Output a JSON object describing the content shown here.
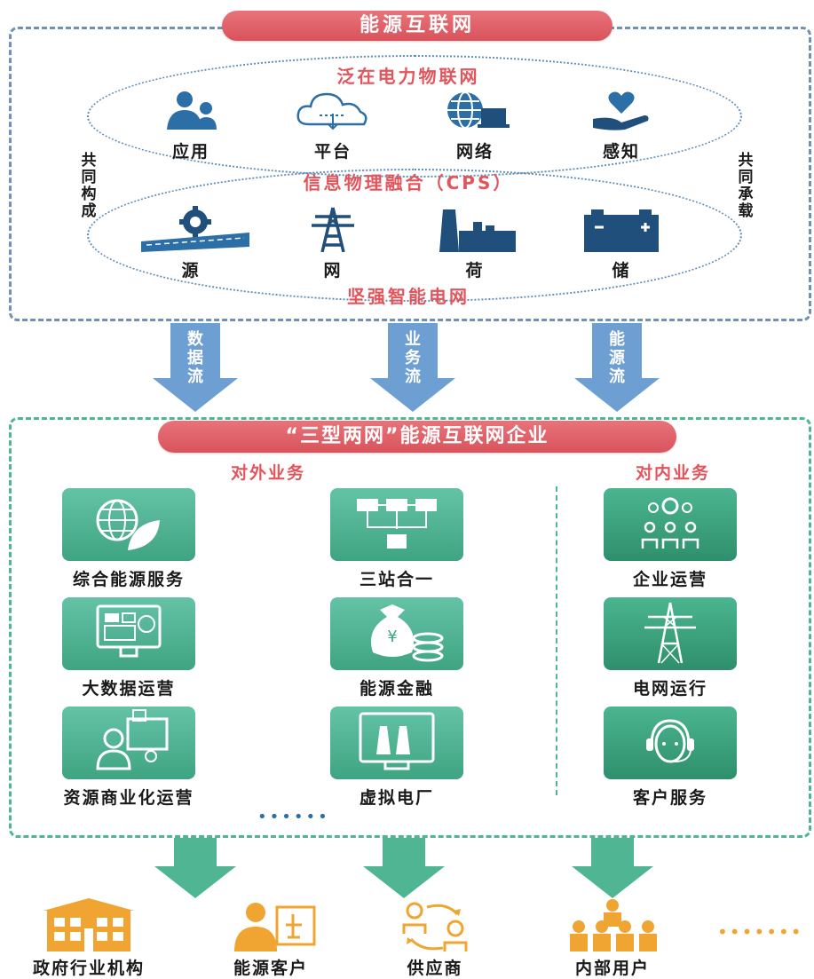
{
  "top": {
    "title": "能源互联网",
    "upper_ellipse_title": "泛在电力物联网",
    "upper_items": [
      {
        "label": "应用",
        "icon": "people-icon"
      },
      {
        "label": "平台",
        "icon": "cloud-icon"
      },
      {
        "label": "网络",
        "icon": "globe-laptop-icon"
      },
      {
        "label": "感知",
        "icon": "heart-hand-icon"
      }
    ],
    "middle_title": "信息物理融合（CPS）",
    "lower_items": [
      {
        "label": "源",
        "icon": "gear-plant-icon"
      },
      {
        "label": "网",
        "icon": "transmission-tower-icon"
      },
      {
        "label": "荷",
        "icon": "factory-icon"
      },
      {
        "label": "储",
        "icon": "battery-icon"
      }
    ],
    "lower_ellipse_title": "坚强智能电网",
    "left_side": "共同构成",
    "right_side": "共同承载"
  },
  "flows": [
    {
      "label": "数据流"
    },
    {
      "label": "业务流"
    },
    {
      "label": "能源流"
    }
  ],
  "enterprise": {
    "title": "“三型两网”能源互联网企业",
    "external_title": "对外业务",
    "internal_title": "对内业务",
    "external_items": [
      {
        "label": "综合能源服务",
        "icon": "globe-leaf-icon"
      },
      {
        "label": "三站合一",
        "icon": "hierarchy-icon"
      },
      {
        "label": "大数据运营",
        "icon": "data-screen-icon"
      },
      {
        "label": "能源金融",
        "icon": "money-bag-coins-icon"
      },
      {
        "label": "资源商业化运营",
        "icon": "people-screen-icon"
      },
      {
        "label": "虚拟电厂",
        "icon": "monitor-plant-icon"
      }
    ],
    "internal_items": [
      {
        "label": "企业运营",
        "icon": "team-gears-icon"
      },
      {
        "label": "电网运行",
        "icon": "power-tower-icon"
      },
      {
        "label": "客户服务",
        "icon": "headset-agent-icon"
      }
    ],
    "more": "••••••"
  },
  "users": [
    {
      "label": "政府行业机构",
      "icon": "government-building-icon"
    },
    {
      "label": "能源客户",
      "icon": "customer-icon"
    },
    {
      "label": "供应商",
      "icon": "supplier-exchange-icon"
    },
    {
      "label": "内部用户",
      "icon": "internal-users-icon"
    }
  ],
  "users_more": "•••••••",
  "colors": {
    "accent_red": "#e2555c",
    "blue_icon": "#2c6ea6",
    "dark_icon": "#1f4f7a",
    "green_tile": "#4fb592",
    "orange_user": "#f0a431",
    "flow_arrow": "#6e9fd2",
    "down_arrow": "#4fb592"
  }
}
